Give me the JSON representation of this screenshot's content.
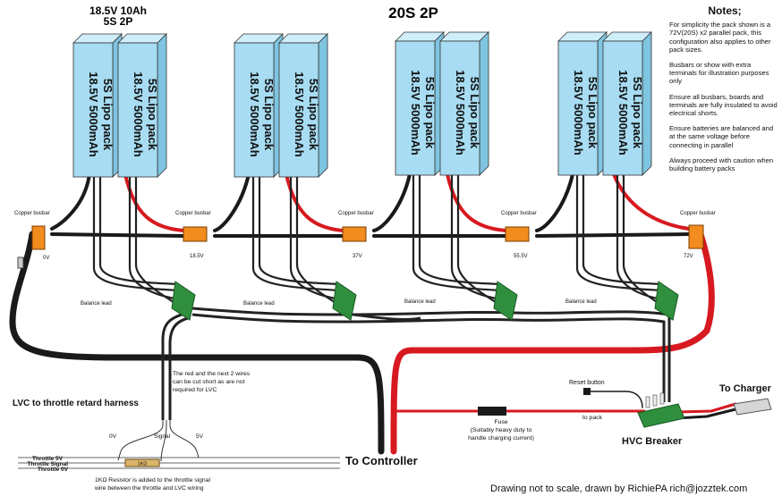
{
  "header": {
    "pack_spec_line1": "18.5V 10Ah",
    "pack_spec_line2": "5S 2P",
    "config_title": "20S 2P"
  },
  "battery_label_line1": "18.5V 5000mAh",
  "battery_label_line2": "5S Lipo pack",
  "busbar_label": "Copper busbar",
  "balance_label": "Balance lead",
  "voltage_taps": [
    "0V",
    "18.5V",
    "37V",
    "55.5V",
    "72V"
  ],
  "notes": {
    "title": "Notes;",
    "items": [
      "For simplicity the pack shown is a 72V(20S) x2 parallel pack, this configuration also applies to other pack sizes.",
      "Busbars or show with extra terminals for illustration purposes only",
      "Ensure all busbars, boards and terminals are fully insulated to avoid electrical shorts.",
      "Ensure batteries are balanced and at the same voltage before connecting in parallel",
      "Always proceed with caution when building battery packs"
    ]
  },
  "lvc": {
    "title": "LVC to throttle retard harness",
    "wire_note": [
      "The red and the next 2 wires",
      "can be cut short as are not",
      "required for LVC"
    ],
    "wire_0v": "0V",
    "wire_signal": "Signal",
    "wire_5v": "5V",
    "throttle_5v": "Throttle 5V",
    "throttle_signal": "Throttle Signal",
    "throttle_0v": "Throttle 0V",
    "resistor_label": "1KΩ",
    "resistor_note": [
      "1KΩ Resistor is added to the throttle signal",
      "wire between the throttle and LVC wiring"
    ]
  },
  "to_controller": "To Controller",
  "reset_button": "Reset button",
  "fuse": {
    "label": "Fuse",
    "note": [
      "(Suitably heavy duty to",
      "handle charging current)"
    ]
  },
  "to_pack": "to pack",
  "hvc_breaker": "HVC Breaker",
  "to_charger": "To Charger",
  "footer": "Drawing not to scale, drawn by RichiePA rich@jozztek.com",
  "colors": {
    "battery_face": "#a7dcf2",
    "battery_top": "#cfeefa",
    "battery_side": "#7fc4e0",
    "red_wire": "#d71920",
    "black_wire": "#1a1a1a",
    "connector_orange": "#f28c1e",
    "board_green": "#2f8f3e"
  }
}
